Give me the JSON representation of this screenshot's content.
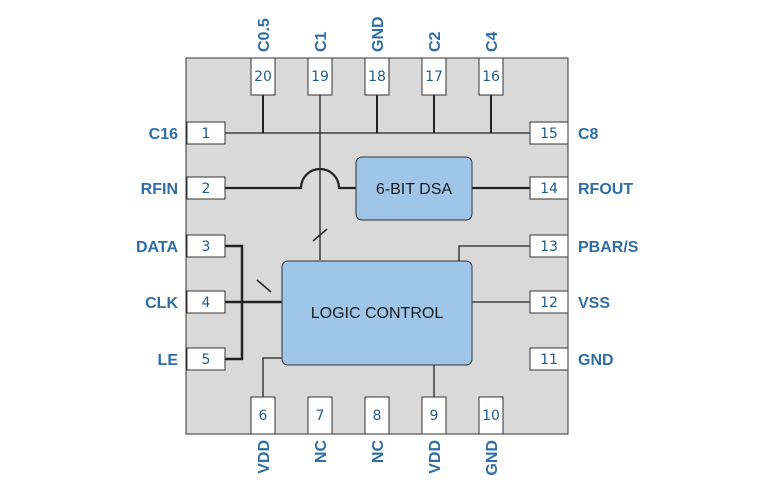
{
  "chip": {
    "body_color": "#d9d9d9",
    "block_color": "#9fc5e8",
    "wire_color": "#222222",
    "label_color": "#2f6ea5",
    "blocks": {
      "dsa": "6-BIT DSA",
      "logic": "LOGIC CONTROL"
    }
  },
  "pins": {
    "left": [
      {
        "num": "1",
        "name": "C16"
      },
      {
        "num": "2",
        "name": "RFIN"
      },
      {
        "num": "3",
        "name": "DATA"
      },
      {
        "num": "4",
        "name": "CLK"
      },
      {
        "num": "5",
        "name": "LE"
      }
    ],
    "right": [
      {
        "num": "15",
        "name": "C8"
      },
      {
        "num": "14",
        "name": "RFOUT"
      },
      {
        "num": "13",
        "name": "PBAR/S"
      },
      {
        "num": "12",
        "name": "VSS"
      },
      {
        "num": "11",
        "name": "GND"
      }
    ],
    "top": [
      {
        "num": "20",
        "name": "C0.5"
      },
      {
        "num": "19",
        "name": "C1"
      },
      {
        "num": "18",
        "name": "GND"
      },
      {
        "num": "17",
        "name": "C2"
      },
      {
        "num": "16",
        "name": "C4"
      }
    ],
    "bottom": [
      {
        "num": "6",
        "name": "VDD"
      },
      {
        "num": "7",
        "name": "NC"
      },
      {
        "num": "8",
        "name": "NC"
      },
      {
        "num": "9",
        "name": "VDD"
      },
      {
        "num": "10",
        "name": "GND"
      }
    ]
  }
}
